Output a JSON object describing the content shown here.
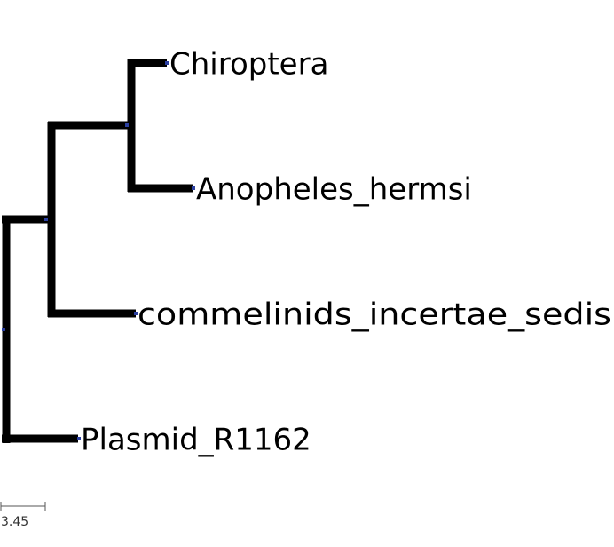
{
  "tree": {
    "leaves": [
      {
        "id": "chiroptera",
        "label": "Chiroptera"
      },
      {
        "id": "anopheles",
        "label": "Anopheles_hermsi"
      },
      {
        "id": "commelinids",
        "label": "commelinids_incertae_sedis"
      },
      {
        "id": "plasmid",
        "label": "Plasmid_R1162"
      }
    ],
    "topology": "(Plasmid_R1162,(commelinids_incertae_sedis,(Chiroptera,Anopheles_hermsi)))"
  },
  "scale_bar": {
    "label": "3.45"
  },
  "colors": {
    "branch": "#000000",
    "node_marker": "#2b3fa0"
  }
}
